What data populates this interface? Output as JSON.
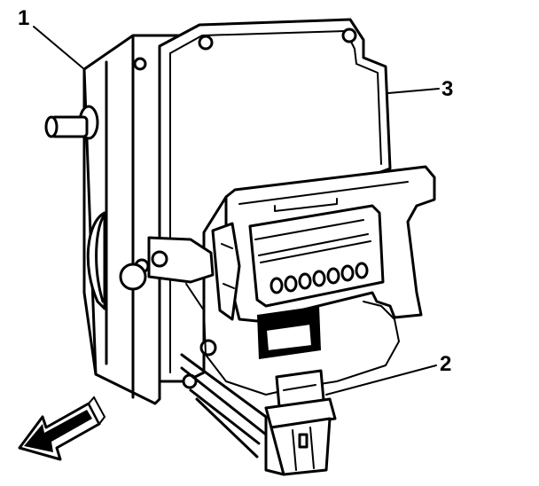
{
  "callouts": [
    {
      "id": "1",
      "label": "1"
    },
    {
      "id": "2",
      "label": "2"
    },
    {
      "id": "3",
      "label": "3"
    }
  ],
  "colors": {
    "ink": "#000000",
    "paper": "#ffffff"
  },
  "icons": {
    "direction": "arrow-pointing-down-left-icon"
  }
}
